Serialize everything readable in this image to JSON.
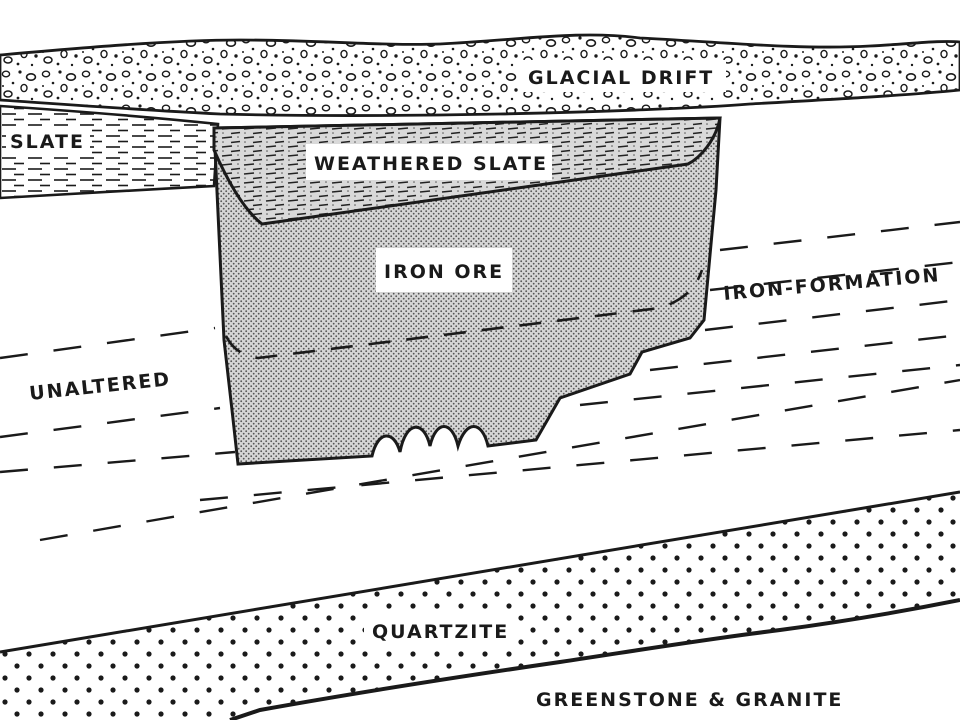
{
  "diagram": {
    "labels": {
      "glacial_drift": "GLACIAL DRIFT",
      "slate": "SLATE",
      "weathered_slate": "WEATHERED SLATE",
      "iron_ore": "IRON ORE",
      "iron_formation": "IRON-FORMATION",
      "unaltered": "UNALTERED",
      "quartzite": "QUARTZITE",
      "greenstone_granite": "GREENSTONE & GRANITE"
    }
  }
}
